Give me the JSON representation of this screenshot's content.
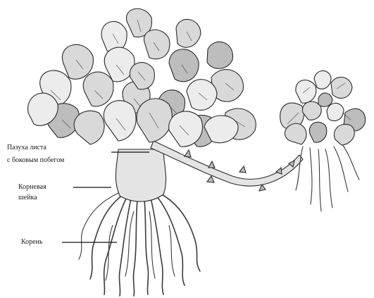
{
  "labels": {
    "axil_line1": "Пазуха листа",
    "axil_line2": "с боковым побегом",
    "root_neck_line1": "Корневая",
    "root_neck_line2": "шейка",
    "root": "Корень"
  }
}
